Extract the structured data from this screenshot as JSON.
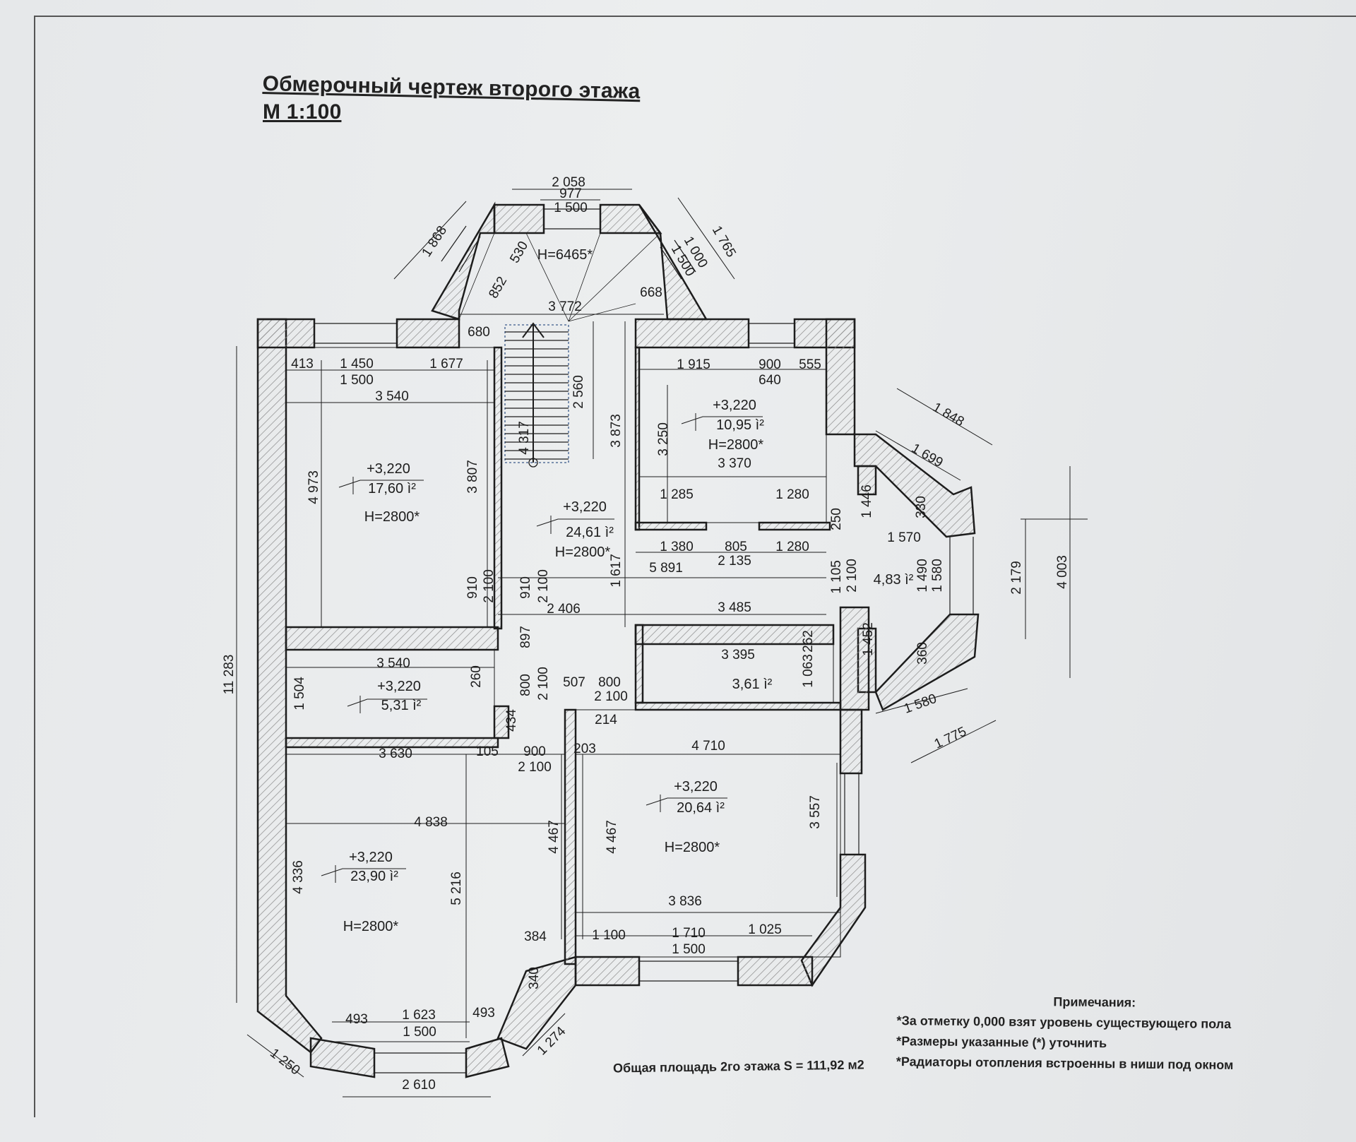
{
  "title": {
    "line1": "Обмерочный чертеж второго этажа",
    "line2": "М 1:100"
  },
  "colors": {
    "paper": "#eceeef",
    "ink": "#1d1d1d",
    "wall_hatch": "#8a8a8a"
  },
  "rooms": [
    {
      "id": "room-nw",
      "level": "+3,220",
      "area": "17,60 ì²",
      "height": "H=2800*"
    },
    {
      "id": "room-hall",
      "level": "+3,220",
      "area": "24,61 ì²",
      "height": "H=2800*"
    },
    {
      "id": "room-ne",
      "level": "+3,220",
      "area": "10,95 ì²",
      "height": "H=2800*"
    },
    {
      "id": "room-bay-east",
      "area": "4,83 ì²"
    },
    {
      "id": "room-small-west",
      "level": "+3,220",
      "area": "5,31 ì²"
    },
    {
      "id": "room-storage",
      "area": "3,61 ì²"
    },
    {
      "id": "room-sw",
      "level": "+3,220",
      "area": "23,90 ì²",
      "height": "H=2800*"
    },
    {
      "id": "room-se",
      "level": "+3,220",
      "area": "20,64 ì²",
      "height": "H=2800*"
    },
    {
      "id": "room-stair-bay",
      "height": "H=6465*"
    }
  ],
  "dimensions": [
    "2 058",
    "977",
    "1 500",
    "1 868",
    "530",
    "852",
    "3 772",
    "668",
    "1 765",
    "1 000",
    "1 500",
    "680",
    "413",
    "1 450",
    "1 677",
    "1 500",
    "3 540",
    "3 807",
    "4 973",
    "2 560",
    "4 317",
    "3 873",
    "1 915",
    "900",
    "555",
    "640",
    "3 250",
    "3 370",
    "1 285",
    "1 280",
    "1 848",
    "1 699",
    "1 446",
    "330",
    "1 570",
    "1 490",
    "1 580",
    "2 179",
    "4 003",
    "250",
    "1 380",
    "805",
    "1 280",
    "5 891",
    "2 135",
    "910",
    "2 100",
    "910",
    "2 100",
    "1 617",
    "1 105",
    "2 100",
    "2 406",
    "3 485",
    "897",
    "262",
    "1 452",
    "360",
    "3 395",
    "1 063",
    "3 540",
    "260",
    "1 504",
    "800",
    "2 100",
    "507",
    "800",
    "2 100",
    "434",
    "214",
    "1 580",
    "1 775",
    "3 630",
    "105",
    "900",
    "2 100",
    "203",
    "4 710",
    "11 283",
    "4 838",
    "4 336",
    "5 216",
    "4 467",
    "4 467",
    "3 557",
    "3 836",
    "384",
    "1 100",
    "1 710",
    "1 025",
    "1 500",
    "340",
    "493",
    "1 623",
    "493",
    "1 500",
    "1 250",
    "1 274",
    "2 610"
  ],
  "notes": {
    "heading": "Примечания:",
    "items": [
      "*За отметку 0,000 взят уровень существующего пола",
      "*Размеры указанные (*) уточнить",
      "*Радиаторы отопления встроенны в ниши под окном"
    ]
  },
  "total_area": "Общая площадь 2го этажа S = 111,92 м2"
}
